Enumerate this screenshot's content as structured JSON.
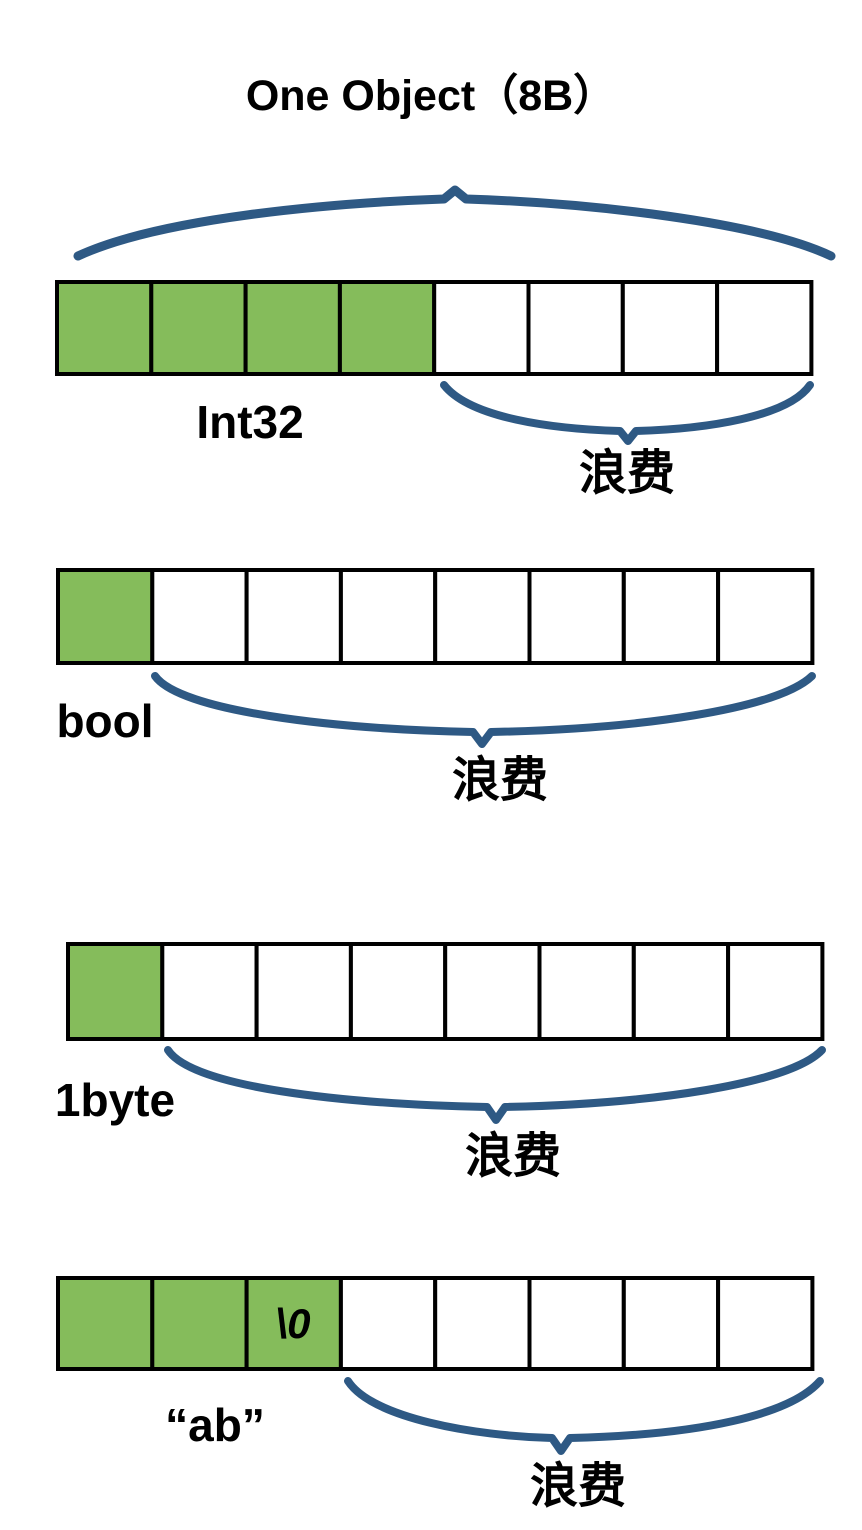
{
  "title": "One Object（8B）",
  "colors": {
    "used_cell": "#85bc5b",
    "empty_cell": "#ffffff",
    "cell_border": "#000000",
    "brace": "#2e5984",
    "text": "#000000",
    "background": "#ffffff"
  },
  "object_size_bytes": 8,
  "rows": [
    {
      "id": "int32",
      "label": "Int32",
      "total_cells": 8,
      "used_cells": 4,
      "wasted_cells": 4,
      "cell_texts": [
        "",
        "",
        "",
        "",
        "",
        "",
        "",
        ""
      ],
      "waste_label": "浪费",
      "top_brace_label": "",
      "has_top_brace": true
    },
    {
      "id": "bool",
      "label": "bool",
      "total_cells": 8,
      "used_cells": 1,
      "wasted_cells": 7,
      "cell_texts": [
        "",
        "",
        "",
        "",
        "",
        "",
        "",
        ""
      ],
      "waste_label": "浪费",
      "has_top_brace": false
    },
    {
      "id": "1byte",
      "label": "1byte",
      "total_cells": 8,
      "used_cells": 1,
      "wasted_cells": 7,
      "cell_texts": [
        "",
        "",
        "",
        "",
        "",
        "",
        "",
        ""
      ],
      "waste_label": "浪费",
      "has_top_brace": false
    },
    {
      "id": "string-ab",
      "label": "“ab”",
      "total_cells": 8,
      "used_cells": 3,
      "wasted_cells": 5,
      "cell_texts": [
        "",
        "",
        "\\0",
        "",
        "",
        "",
        "",
        ""
      ],
      "waste_label": "浪费",
      "has_top_brace": false
    }
  ]
}
